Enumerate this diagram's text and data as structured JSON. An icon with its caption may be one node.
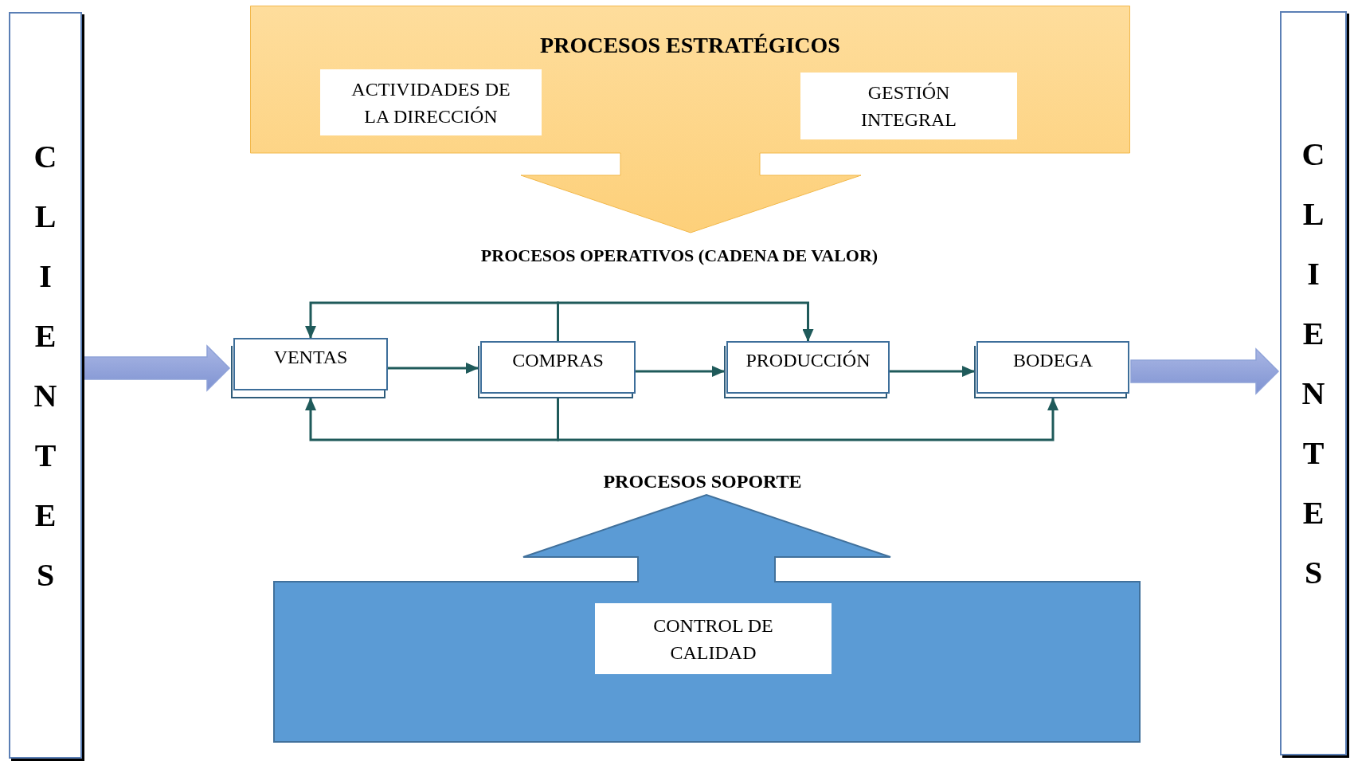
{
  "diagram": {
    "nodes": [
      {
        "text": [
          "CLIENTES"
        ]
      },
      {
        "text": [
          "PROCESOS ESTRATÉGICOS"
        ]
      },
      {
        "text": [
          "ACTIVIDADES DE LA DIRECCIÓN"
        ],
        "in": 1
      },
      {
        "text": [
          "GESTIÓN INTEGRAL"
        ],
        "in": 1
      },
      {
        "text": [
          "VENTAS"
        ]
      },
      {
        "text": [
          "COMPRAS"
        ]
      },
      {
        "text": [
          "PRODUCCIÓN"
        ]
      },
      {
        "text": [
          "BODEGA"
        ]
      },
      {
        "text": [
          "PROCESOS SOPORTE"
        ]
      },
      {
        "text": [
          "CONTROL DE CALIDAD"
        ],
        "in": 8
      },
      {
        "text": [
          "CLIENTES"
        ]
      }
    ],
    "edges": [
      {
        "from": 0,
        "to": 4,
        "arrow": "to",
        "style": "thick",
        "color": "#8fa2d8"
      },
      {
        "from": 4,
        "to": 5,
        "arrow": "to"
      },
      {
        "from": 5,
        "to": 6,
        "arrow": "to"
      },
      {
        "from": 6,
        "to": 7,
        "arrow": "to"
      },
      {
        "from": 5,
        "to": 4,
        "arrow": "to"
      },
      {
        "from": 5,
        "to": 6,
        "arrow": "to"
      },
      {
        "from": 5,
        "to": 4,
        "arrow": "to"
      },
      {
        "from": 5,
        "to": 7,
        "arrow": "to"
      },
      {
        "from": 7,
        "to": 10,
        "arrow": "to",
        "style": "thick",
        "color": "#8fa2d8"
      }
    ],
    "labels": [
      "PROCESOS OPERATIVOS (CADENA DE VALOR)"
    ]
  }
}
